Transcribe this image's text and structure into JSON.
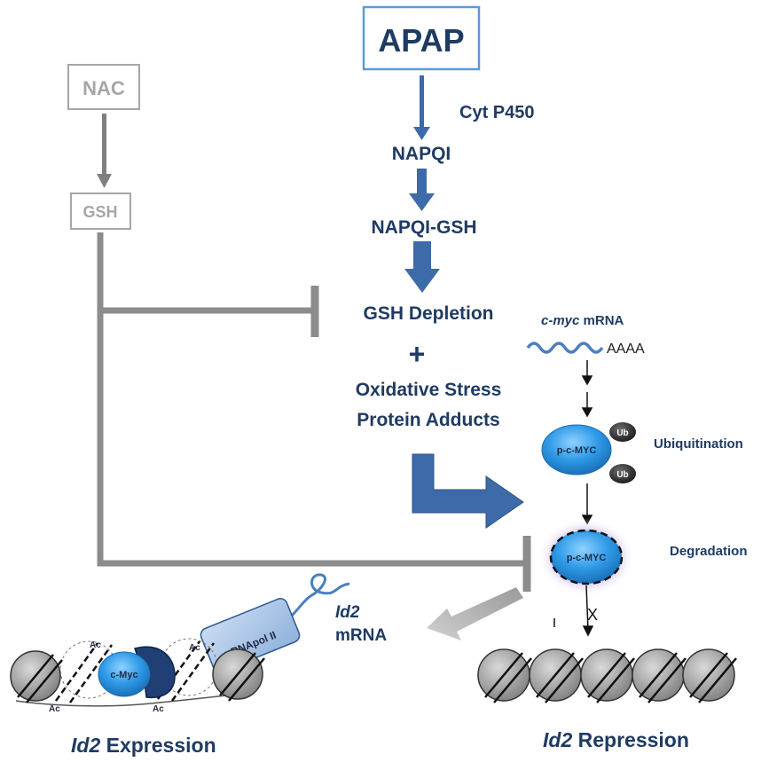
{
  "drug": "APAP",
  "antidote": "NAC",
  "gsh_box": "GSH",
  "enzyme": "Cyt P450",
  "metabolite": "NAPQI",
  "conjugate": "NAPQI-GSH",
  "depletion": "GSH Depletion",
  "plus": "+",
  "stress_line1": "Oxidative Stress",
  "stress_line2": "Protein Adducts",
  "cmyc_mrna_italic": "c-myc",
  "cmyc_mrna_rest": " mRNA",
  "polya": "AAAA",
  "protein_label": "p-c-MYC",
  "ub_label": "Ub",
  "ubiquitination": "Ubiquitination",
  "degradation": "Degradation",
  "block_mark": "X",
  "id2_mrna_italic": "Id2",
  "id2_mrna_rest": "mRNA",
  "cmyc_bound": "c-Myc",
  "rnapol": "RNApol II",
  "acetyl": "Ac",
  "expression_italic": "Id2",
  "expression_rest": " Expression",
  "repression_italic": "Id2",
  "repression_rest": " Repression",
  "colors": {
    "dark_text": "#1f3b63",
    "arrow_blue": "#3d6aa8",
    "grey": "#a6a6a6",
    "line_grey": "#8c8c8c",
    "protein_blue": "#2f9be8"
  }
}
